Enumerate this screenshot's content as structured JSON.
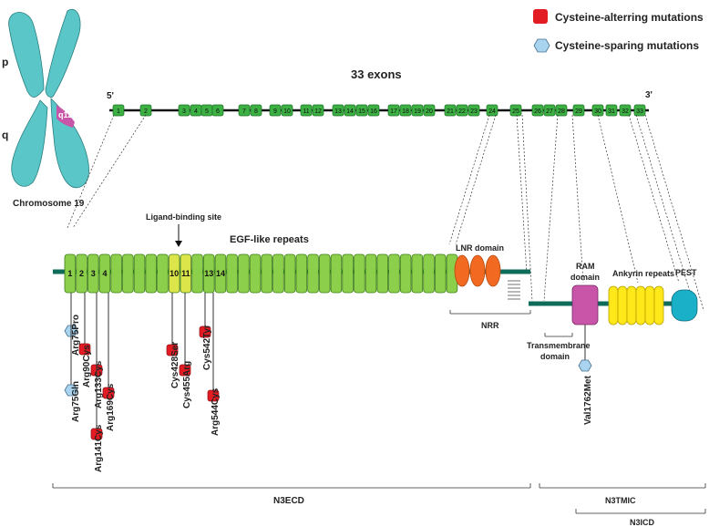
{
  "legend": {
    "items": [
      {
        "shape": "red-square",
        "label": "Cysteine-alterring mutations",
        "color": "#e31b23"
      },
      {
        "shape": "blue-hexagon",
        "label": "Cysteine-sparing mutations",
        "color": "#a8d4ef"
      }
    ]
  },
  "chromosome": {
    "p_label": "p",
    "q_label": "q",
    "band_label": "q12",
    "name": "Chromosome 19",
    "color": "#5bc6c8",
    "band_color": "#c855a8"
  },
  "exons": {
    "title": "33 exons",
    "five_prime": "5'",
    "three_prime": "3'",
    "labels": [
      "1",
      "2",
      "3",
      "4",
      "5",
      "6",
      "7",
      "8",
      "9",
      "10",
      "11",
      "12",
      "13",
      "14",
      "15",
      "16",
      "17",
      "18",
      "19",
      "20",
      "21",
      "22",
      "23",
      "24",
      "25",
      "26",
      "27",
      "28",
      "29",
      "30",
      "31",
      "32",
      "33"
    ],
    "color": "#3cb043"
  },
  "protein": {
    "egf_title": "EGF-like repeats",
    "ligand_site": "Ligand-binding site",
    "egf_repeat_count": 34,
    "numbered_repeats": [
      "1",
      "2",
      "3",
      "4"
    ],
    "ligand_repeats": [
      "10",
      "11"
    ],
    "other_repeats": [
      "13",
      "14"
    ],
    "lnr_domain": "LNR domain",
    "nrr": "NRR",
    "transmembrane": [
      "Transmembrane",
      "domain"
    ],
    "ram_domain": [
      "RAM",
      "domain"
    ],
    "ankyrin": "Ankyrin repeats",
    "pest": "PEST",
    "colors": {
      "egf": "#8ccf4a",
      "ligand": "#dce64a",
      "lnr": "#f26a21",
      "ram": "#c855a8",
      "ankyrin": "#ffe81a",
      "pest": "#1ab0c8",
      "backbone": "#0f6b5a"
    }
  },
  "mutations": [
    {
      "label": "Arg75Pro",
      "type": "cysteine-sparing"
    },
    {
      "label": "Arg75Gln",
      "type": "cysteine-sparing"
    },
    {
      "label": "Arg90Cys",
      "type": "cysteine-altering"
    },
    {
      "label": "Arg133Cys",
      "type": "cysteine-altering"
    },
    {
      "label": "Arg141Cys",
      "type": "cysteine-altering"
    },
    {
      "label": "Arg169Cys",
      "type": "cysteine-altering"
    },
    {
      "label": "Cys428Ser",
      "type": "cysteine-altering"
    },
    {
      "label": "Cys455Arg",
      "type": "cysteine-altering"
    },
    {
      "label": "Cys542Tyr",
      "type": "cysteine-altering"
    },
    {
      "label": "Arg544Cys",
      "type": "cysteine-altering"
    },
    {
      "label": "Val1762Met",
      "type": "cysteine-sparing"
    }
  ],
  "regions": {
    "n3ecd": "N3ECD",
    "n3tmic": "N3TMIC",
    "n3icd": "N3ICD"
  }
}
